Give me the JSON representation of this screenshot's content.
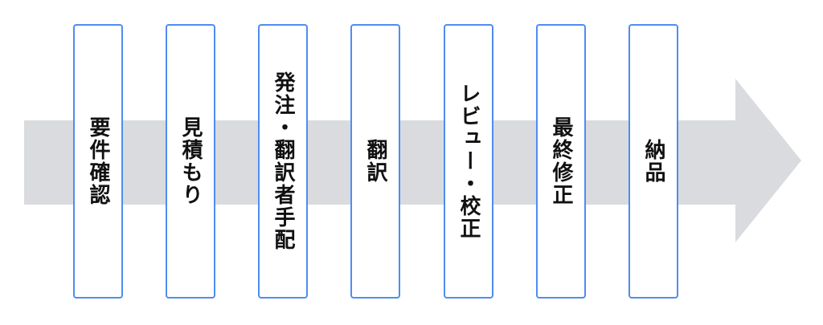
{
  "diagram": {
    "arrow_color": "#d9dbde",
    "box_border_color": "#4f8df0",
    "text_color": "#111111",
    "steps": [
      {
        "label": "要件確認"
      },
      {
        "label": "見積もり"
      },
      {
        "label": "発注・翻訳者手配"
      },
      {
        "label": "翻訳"
      },
      {
        "label": "レビュー・校正"
      },
      {
        "label": "最終修正"
      },
      {
        "label": "納品"
      }
    ]
  }
}
